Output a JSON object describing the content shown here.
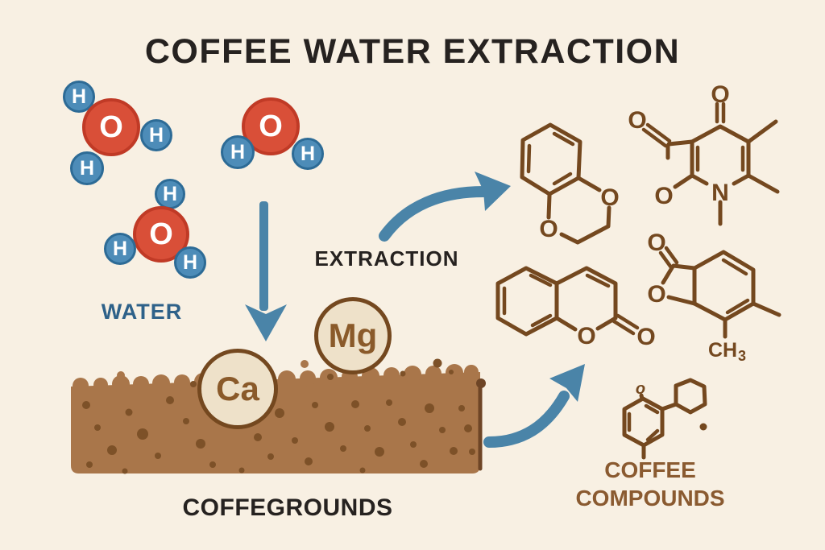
{
  "title": "COFFEE WATER EXTRACTION",
  "colors": {
    "background": "#f8f0e3",
    "red": "#d94f38",
    "red_border": "#c03a26",
    "blue": "#4d8cb8",
    "blue_border": "#2d6b96",
    "arrow_blue": "#4a84a8",
    "water_text": "#2e6189",
    "black": "#262220",
    "brown_line": "#74481f",
    "brown_text": "#8a5a30",
    "grounds": "#a9764a",
    "grounds_spot": "#7d5128",
    "grounds_edge": "#6e4526",
    "mineral_fill": "#eee1c9",
    "mineral_text": "#8a5a2a"
  },
  "water": {
    "label": "WATER",
    "oxygen": "O",
    "hydrogen": "H"
  },
  "extraction": {
    "label": "EXTRACTION"
  },
  "grounds": {
    "label": "COFFEGROUNDS"
  },
  "minerals": {
    "calcium": "Ca",
    "magnesium": "Mg"
  },
  "compounds": {
    "label_line1": "COFFEE",
    "label_line2": "COMPOUNDS",
    "atoms": {
      "oxygen": "O",
      "nitrogen": "N",
      "methyl_main": "CH",
      "methyl_sub": "3",
      "small_o": "o"
    }
  }
}
